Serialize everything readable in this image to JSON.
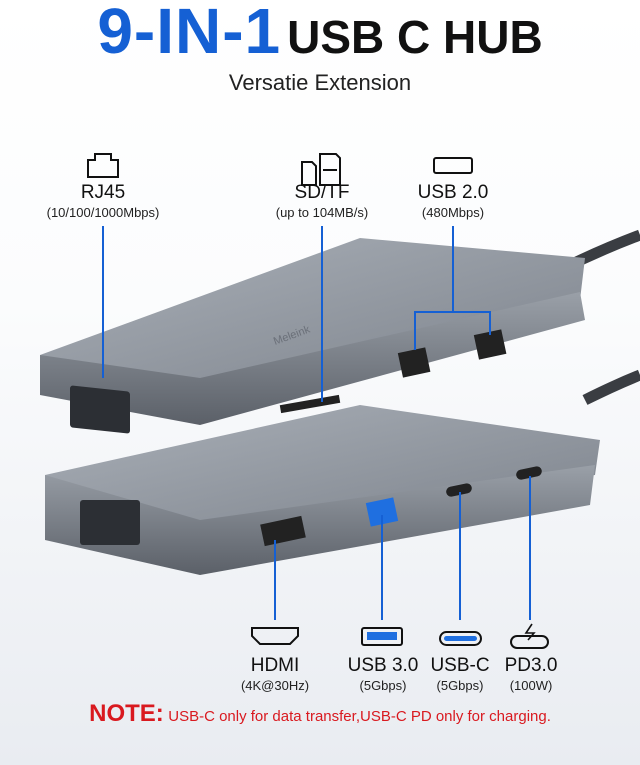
{
  "header": {
    "title_highlight": "9-IN-1",
    "title_rest": "USB C HUB",
    "subtitle": "Versatie Extension"
  },
  "brand_on_device": "Meleink",
  "colors": {
    "accent": "#1560d4",
    "note": "#d9191f",
    "device": "#8a9099"
  },
  "top_ports": [
    {
      "icon": "ethernet-port-icon",
      "name": "RJ45",
      "spec": "(10/100/1000Mbps)"
    },
    {
      "icon": "sd-tf-card-icon",
      "name": "SD/TF",
      "spec": "(up to 104MB/s)"
    },
    {
      "icon": "usb-a-port-icon",
      "name": "USB 2.0",
      "spec": "(480Mbps)"
    }
  ],
  "bottom_ports": [
    {
      "icon": "hdmi-port-icon",
      "name": "HDMI",
      "spec": "(4K@30Hz)"
    },
    {
      "icon": "usb3-port-icon",
      "name": "USB 3.0",
      "spec": "(5Gbps)"
    },
    {
      "icon": "usb-c-port-icon",
      "name": "USB-C",
      "spec": "(5Gbps)"
    },
    {
      "icon": "usb-c-pd-icon",
      "name": "PD3.0",
      "spec": "(100W)"
    }
  ],
  "note": {
    "label": "NOTE:",
    "text": "USB-C only for data transfer,USB-C PD only for charging."
  }
}
